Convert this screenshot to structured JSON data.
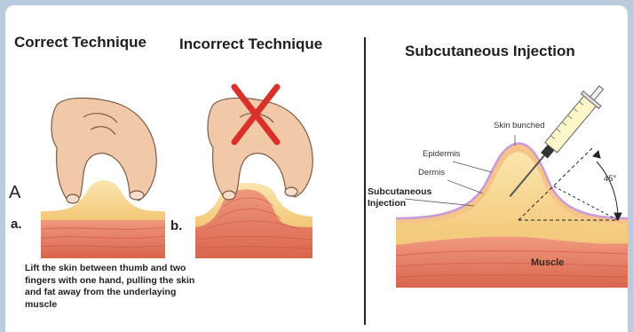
{
  "left_panel": {
    "correct_title": "Correct Technique",
    "incorrect_title": "Incorrect Technique",
    "marker_A": "A",
    "label_a": "a.",
    "label_b": "b.",
    "instruction": "Lift the skin between thumb and two fingers with one hand, pulling the skin and fat away from the underlaying muscle"
  },
  "right_panel": {
    "title": "Subcutaneous Injection",
    "skin_bunched": "Skin bunched",
    "epidermis": "Epidermis",
    "dermis": "Dermis",
    "subcutaneous_line1": "Subcutaneous",
    "subcutaneous_line2": "Injection",
    "angle": "45°",
    "muscle": "Muscle"
  },
  "colors": {
    "muscle": "#e07a62",
    "fat": "#f7d690",
    "skin_outline": "#c99bd9",
    "hand": "#f2c9a8",
    "cross": "#d9302a"
  }
}
